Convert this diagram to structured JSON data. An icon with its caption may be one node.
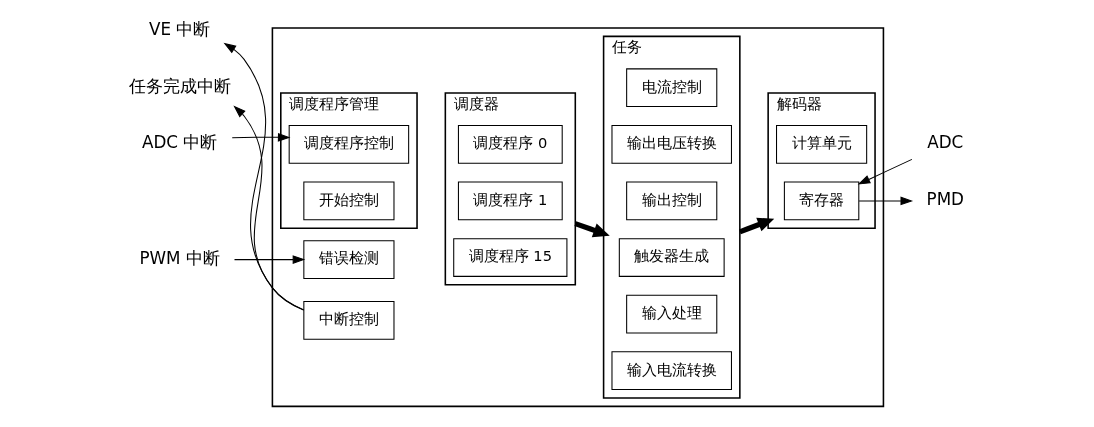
{
  "diagram": {
    "nodes": [
      {
        "text": [],
        "shape": "box"
      },
      {
        "text": [
          "调度程序管理"
        ],
        "in": 0
      },
      {
        "text": [
          "调度程序控制"
        ],
        "in": 1
      },
      {
        "text": [
          "开始控制"
        ],
        "in": 1
      },
      {
        "text": [
          "错误检测"
        ],
        "in": 0
      },
      {
        "text": [
          "中断控制"
        ],
        "in": 0
      },
      {
        "text": [
          "调度器"
        ],
        "in": 0
      },
      {
        "text": [
          "调度程序 0"
        ],
        "in": 6
      },
      {
        "text": [
          "调度程序 1"
        ],
        "in": 6
      },
      {
        "text": [
          "调度程序 15"
        ],
        "in": 6
      },
      {
        "text": [
          "任务"
        ],
        "in": 0
      },
      {
        "text": [
          "电流控制"
        ],
        "in": 10
      },
      {
        "text": [
          "输出电压转换"
        ],
        "in": 10
      },
      {
        "text": [
          "输出控制"
        ],
        "in": 10
      },
      {
        "text": [
          "触发器生成"
        ],
        "in": 10
      },
      {
        "text": [
          "输入处理"
        ],
        "in": 10
      },
      {
        "text": [
          "输入电流转换"
        ],
        "in": 10
      },
      {
        "text": [
          "解码器"
        ],
        "in": 0
      },
      {
        "text": [
          "计算单元"
        ],
        "in": 17
      },
      {
        "text": [
          "寄存器"
        ],
        "in": 17
      },
      {
        "text": [
          "ADC 中断"
        ]
      },
      {
        "text": [
          "PWM 中断"
        ]
      },
      {
        "text": [
          "VE 中断"
        ]
      },
      {
        "text": [
          "任务完成中断"
        ]
      },
      {
        "text": [
          "ADC"
        ]
      },
      {
        "text": [
          "PMD"
        ]
      }
    ],
    "edges": [
      {
        "from": 20,
        "to": 2,
        "arrow": "to"
      },
      {
        "from": 21,
        "to": 4,
        "arrow": "to"
      },
      {
        "from": 5,
        "to": 22,
        "arrow": "to"
      },
      {
        "from": 5,
        "to": 23,
        "arrow": "to"
      },
      {
        "from": 6,
        "to": 10,
        "arrow": "to",
        "style": "thick"
      },
      {
        "from": 10,
        "to": 17,
        "arrow": "to",
        "style": "thick"
      },
      {
        "from": 24,
        "to": 19,
        "arrow": "to"
      },
      {
        "from": 19,
        "to": 25,
        "arrow": "to"
      }
    ]
  }
}
